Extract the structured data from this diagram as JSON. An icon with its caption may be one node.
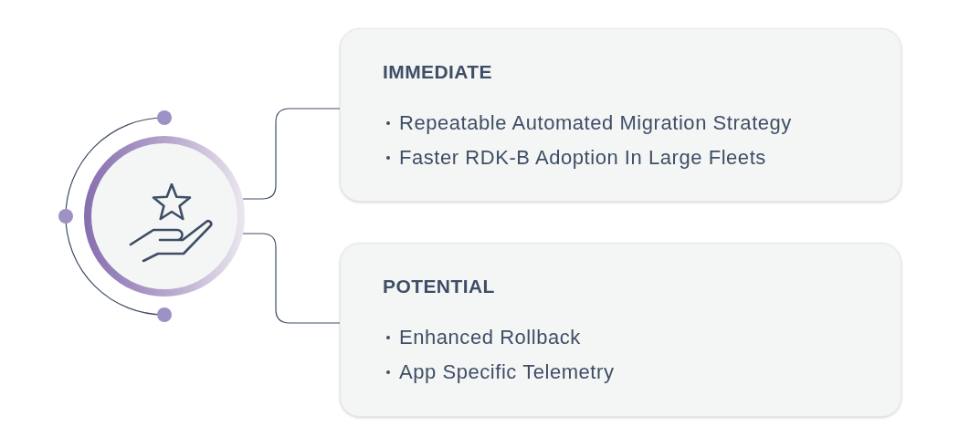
{
  "diagram": {
    "nodes": [
      {
        "text": [],
        "shape": "circle"
      },
      {
        "text": [
          "IMMEDIATE",
          "Repeatable Automated Migration Strategy",
          "Faster RDK-B Adoption In Large Fleets"
        ]
      },
      {
        "text": [
          "POTENTIAL",
          "Enhanced Rollback",
          "App Specific Telemetry"
        ]
      }
    ],
    "edges": [
      {
        "from": 0,
        "to": 1,
        "arrow": "none"
      },
      {
        "from": 0,
        "to": 2,
        "arrow": "none"
      }
    ]
  }
}
